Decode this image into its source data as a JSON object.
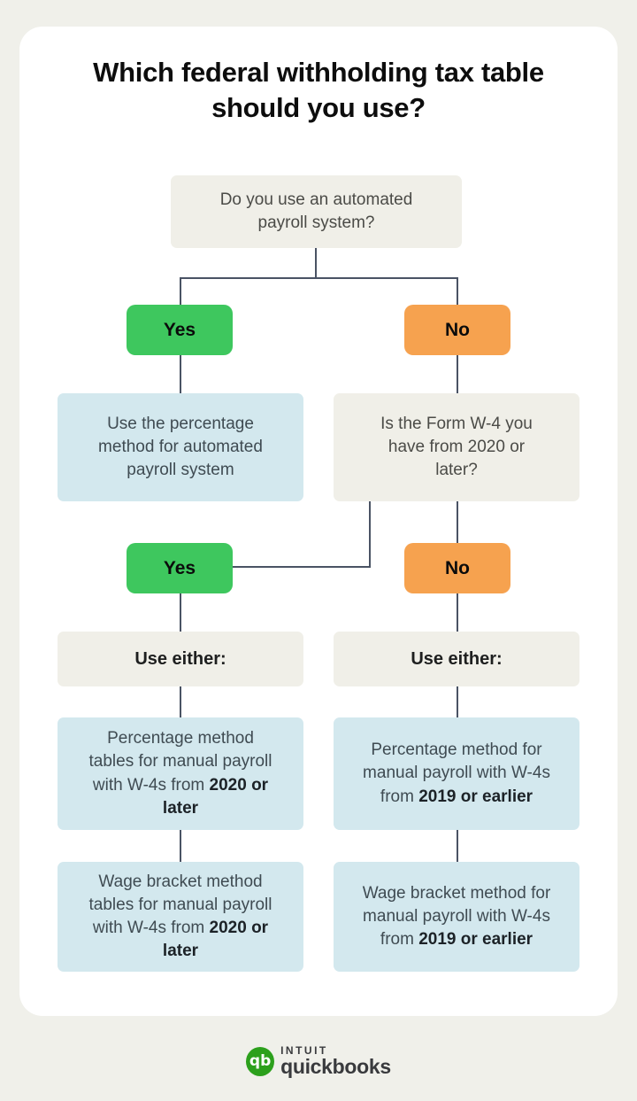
{
  "title": "Which federal withholding tax table should you use?",
  "flow": {
    "question_1": "Do you use an automated payroll system?",
    "yes_1": "Yes",
    "no_1": "No",
    "automated_result": "Use the percentage method for automated payroll system",
    "question_2": "Is the Form W-4 you have from 2020 or later?",
    "yes_2": "Yes",
    "no_2": "No",
    "use_either_left": "Use either:",
    "use_either_right": "Use either:",
    "results": [
      {
        "text": "Percentage method tables for manual payroll with W-4s from ",
        "bold": "2020 or later"
      },
      {
        "text": "Percentage method for manual payroll with W-4s from ",
        "bold": "2019 or earlier"
      },
      {
        "text": "Wage bracket method tables for manual payroll with W-4s from ",
        "bold": "2020 or later"
      },
      {
        "text": "Wage bracket method for manual payroll with W-4s from ",
        "bold": "2019 or earlier"
      }
    ]
  },
  "colors": {
    "background": "#f0f0ea",
    "card": "#ffffff",
    "gray_box": "#f0efe8",
    "blue_box": "#d3e8ee",
    "yes_green": "#3ec75e",
    "no_orange": "#f6a24f",
    "connector": "#4a5364",
    "brand_green": "#2ca01c"
  },
  "footer": {
    "logo_monogram": "qb",
    "brand_top": "INTUIT",
    "brand_bottom": "quickbooks"
  }
}
